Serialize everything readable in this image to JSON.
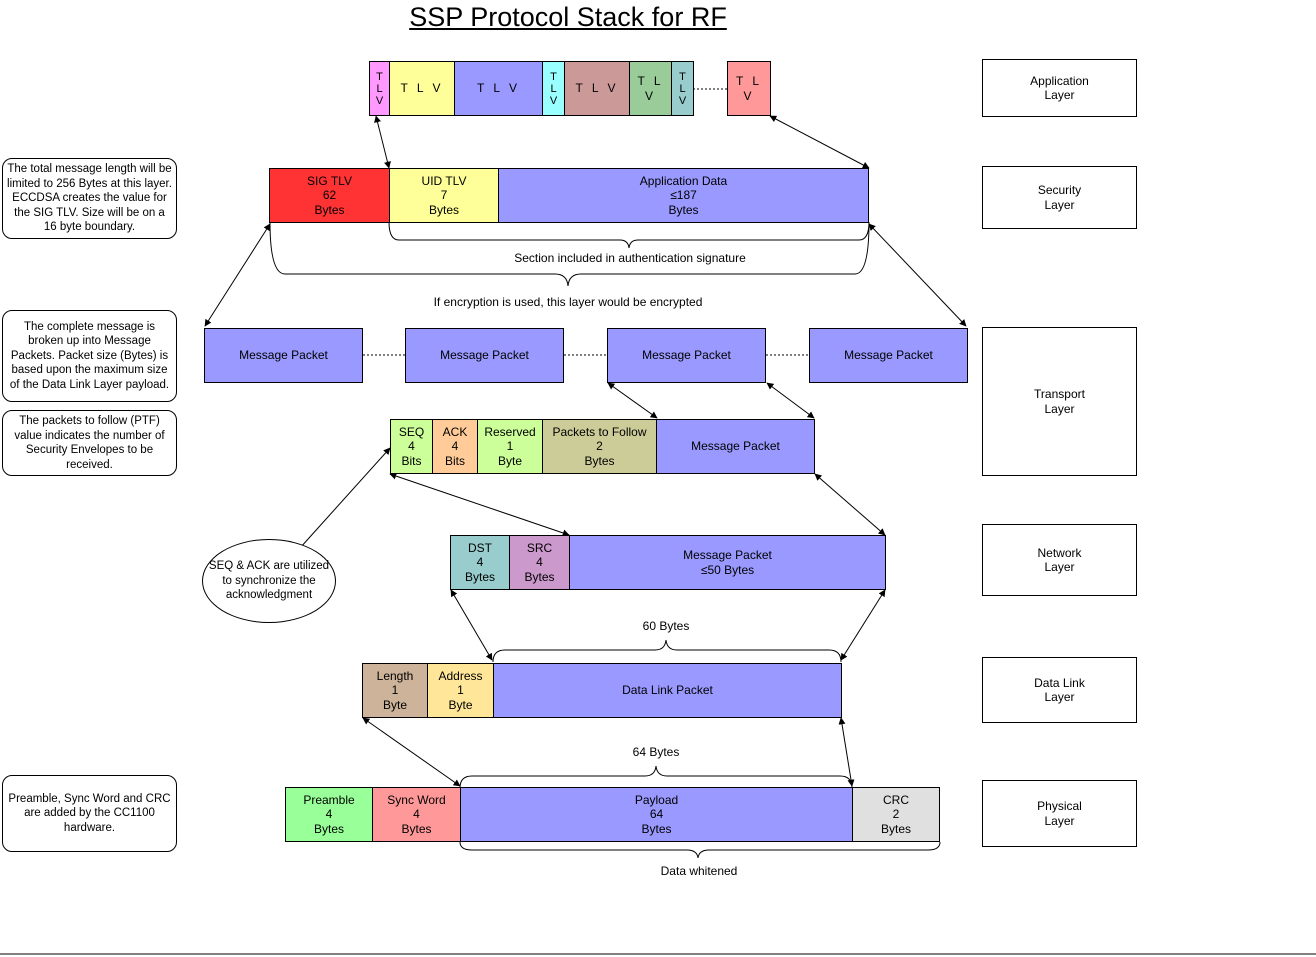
{
  "title": "SSP Protocol Stack for RF",
  "layers": {
    "application": "Application\nLayer",
    "security": "Security\nLayer",
    "transport": "Transport\nLayer",
    "network": "Network\nLayer",
    "datalink": "Data Link\nLayer",
    "physical": "Physical\nLayer"
  },
  "application_row": {
    "tlv_vertical": "T\nL\nV",
    "tlv_horizontal": "T L V"
  },
  "security_row": {
    "sig": "SIG TLV\n62\nBytes",
    "uid": "UID TLV\n7\nBytes",
    "app_data": "Application Data\n≤187\nBytes",
    "auth_label": "Section included in authentication signature",
    "encrypt_label": "If encryption is used, this layer would be encrypted"
  },
  "transport_row": {
    "message_packet": "Message Packet",
    "seq": "SEQ\n4\nBits",
    "ack": "ACK\n4\nBits",
    "reserved": "Reserved\n1\nByte",
    "ptf": "Packets to Follow\n2\nBytes"
  },
  "network_row": {
    "dst": "DST\n4\nBytes",
    "src": "SRC\n4\nBytes",
    "message_packet": "Message Packet\n≤50 Bytes"
  },
  "datalink_row": {
    "bytes_label": "60 Bytes",
    "length": "Length\n1\nByte",
    "address": "Address\n1\nByte",
    "packet": "Data Link Packet"
  },
  "physical_row": {
    "bytes_label": "64 Bytes",
    "preamble": "Preamble\n4\nBytes",
    "sync": "Sync Word\n4\nBytes",
    "payload": "Payload\n64\nBytes",
    "crc": "CRC\n2\nBytes",
    "whitened": "Data whitened"
  },
  "notes": {
    "security": "The total message length will be limited to 256 Bytes at this layer. ECCDSA creates the value for the SIG TLV. Size will be on a 16 byte boundary.",
    "transport": "The complete message is broken up into Message Packets. Packet size (Bytes) is based upon the maximum size of the Data Link Layer payload.",
    "ptf": "The packets to follow (PTF) value indicates the number of Security Envelopes to be received.",
    "seq_ack": "SEQ & ACK are utilized to synchronize the acknowledgment",
    "physical": "Preamble, Sync Word and CRC are added by the CC1100 hardware."
  },
  "colors": {
    "blue": "#9999ff",
    "yellow": "#ffff99",
    "magenta": "#ff99ff",
    "cyan": "#99ffff",
    "rose": "#cc9999",
    "green": "#99cc99",
    "teal": "#99cccc",
    "salmon": "#ff9999",
    "red": "#ff3333",
    "lime": "#ccff99",
    "orange": "#ffcc99",
    "olive": "#cccc99",
    "tan": "#ccb399",
    "pale_yellow": "#ffe699",
    "mauve": "#cc99cc",
    "light_green": "#99ff99",
    "grey": "#e0e0e0"
  }
}
